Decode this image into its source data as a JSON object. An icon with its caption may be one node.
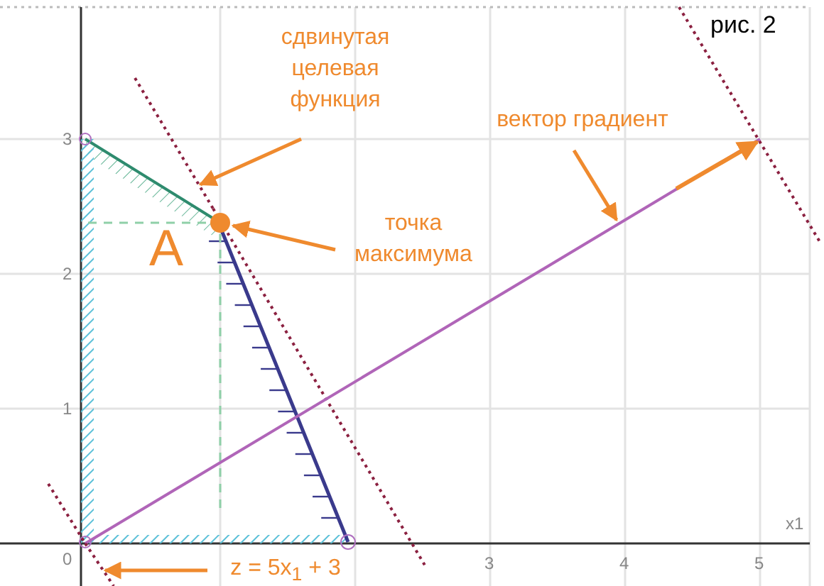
{
  "diagram": {
    "title": "рис. 2",
    "nodes": [
      {
        "text": [
          "сдвинутая целевая функция"
        ]
      },
      {
        "text": [],
        "shape": "line"
      },
      {
        "text": [
          "точка максимума"
        ]
      },
      {
        "text": [],
        "shape": "circle",
        "beside": [
          "A"
        ]
      },
      {
        "text": [
          "вектор градиент"
        ]
      },
      {
        "text": [
          "z = 5x$_{1}$ + 3"
        ]
      },
      {
        "text": [],
        "shape": "line"
      }
    ],
    "edges": [
      {
        "from": 0,
        "to": 1,
        "arrow": "to"
      },
      {
        "from": 2,
        "to": 3,
        "arrow": "to"
      },
      {
        "from": 4,
        "to": null,
        "arrow": "to"
      },
      {
        "from": 5,
        "to": 6,
        "arrow": "to"
      }
    ],
    "labels": [
      "3",
      "2",
      "1",
      "0",
      "3",
      "4",
      "5",
      "x1"
    ]
  }
}
